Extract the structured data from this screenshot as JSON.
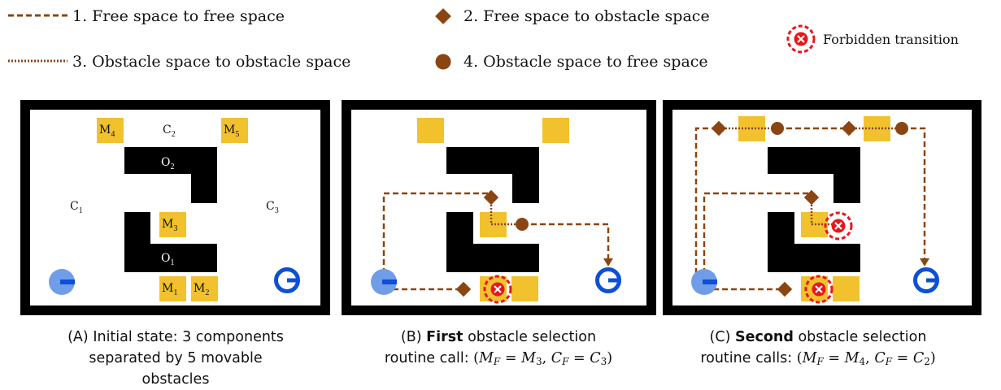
{
  "legend": {
    "item1": "1. Free space to free space",
    "item2": "2. Free space to obstacle space",
    "item3": "3. Obstacle space to obstacle space",
    "item4": "4. Obstacle space to free space",
    "forbidden": "Forbidden transition"
  },
  "colors": {
    "path": "#8b4513",
    "obstacle": "#f2c12e",
    "wall": "#000000",
    "forbidden": "#e8161b",
    "robot": "#6f9de8",
    "goal": "#0d4fd6"
  },
  "panel_a": {
    "labels": {
      "m4": "M",
      "m4_sub": "4",
      "m5": "M",
      "m5_sub": "5",
      "c2": "C",
      "c2_sub": "2",
      "o2": "O",
      "o2_sub": "2",
      "c1": "C",
      "c1_sub": "1",
      "c3": "C",
      "c3_sub": "3",
      "m3": "M",
      "m3_sub": "3",
      "o1": "O",
      "o1_sub": "1",
      "m1": "M",
      "m1_sub": "1",
      "m2": "M",
      "m2_sub": "2"
    }
  },
  "captions": {
    "a_tag": "(A)",
    "a_text": "Initial state: 3 components separated by 5 movable obstacles",
    "b_tag": "(B)",
    "b_bold": "First",
    "b_text": "obstacle selection routine call:",
    "b_math": "(M_F = M_3, C_F = C_3)",
    "c_tag": "(C)",
    "c_bold": "Second",
    "c_text": "obstacle selection routine calls:",
    "c_math": "(M_F = M_4, C_F = C_2)"
  }
}
